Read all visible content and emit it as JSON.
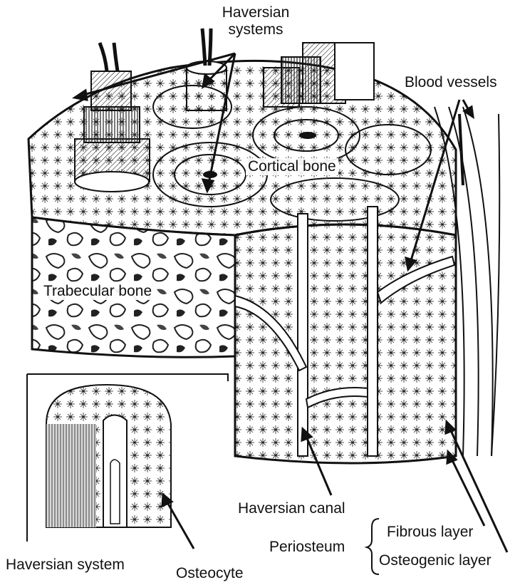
{
  "labels": {
    "haversian_systems": "Haversian\nsystems",
    "blood_vessels": "Blood vessels",
    "cortical_bone": "Cortical bone",
    "trabecular_bone": "Trabecular bone",
    "haversian_canal": "Haversian canal",
    "fibrous_layer": "Fibrous layer",
    "periosteum": "Periosteum",
    "osteogenic_layer": "Osteogenic layer",
    "haversian_system": "Haversian system",
    "osteocyte": "Osteocyte"
  },
  "colors": {
    "ink": "#111111",
    "paper": "#ffffff",
    "shade": "#d9d9d9"
  }
}
